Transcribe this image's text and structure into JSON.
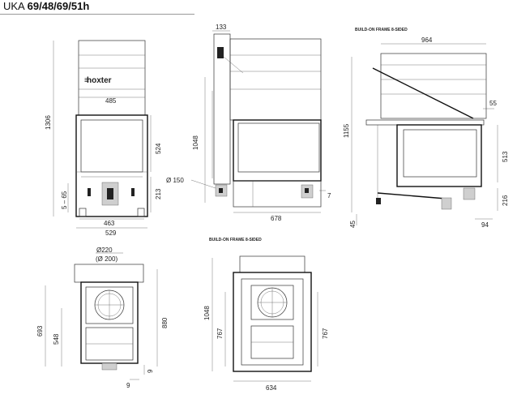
{
  "title": {
    "model_prefix": "UKA",
    "model_code": "69/48/69/51h"
  },
  "front_view": {
    "logo": "hoxter",
    "dims": {
      "height_total": "1306",
      "top_width": "485",
      "glass_height": "524",
      "bottom_height": "213",
      "base_range": "5 – 65",
      "inner_width": "463",
      "outer_width": "529"
    }
  },
  "side_view": {
    "dims": {
      "collar": "133",
      "height": "1048",
      "pipe": "Ø 150",
      "depth": "678",
      "small": "7"
    }
  },
  "frame_side_view": {
    "label": "BUILD-ON FRAME 8-SIDED",
    "dims": {
      "width": "964",
      "height": "1155",
      "right_55": "55",
      "right_513": "513",
      "right_216": "216",
      "bottom_45": "45",
      "bottom_94": "94"
    }
  },
  "top_view": {
    "dims": {
      "outer_diam": "Ø220",
      "inner_diam": "(Ø 200)",
      "depth_880": "880",
      "depth_693": "693",
      "depth_548": "548",
      "right_9": "9",
      "bottom_9": "9"
    }
  },
  "frame_top_view": {
    "label": "BUILD-ON FRAME 8-SIDED",
    "dims": {
      "depth": "1048",
      "inner_left": "767",
      "inner_right": "767",
      "width": "634"
    }
  },
  "colors": {
    "line": "#333333",
    "text": "#222222",
    "background": "#ffffff"
  }
}
